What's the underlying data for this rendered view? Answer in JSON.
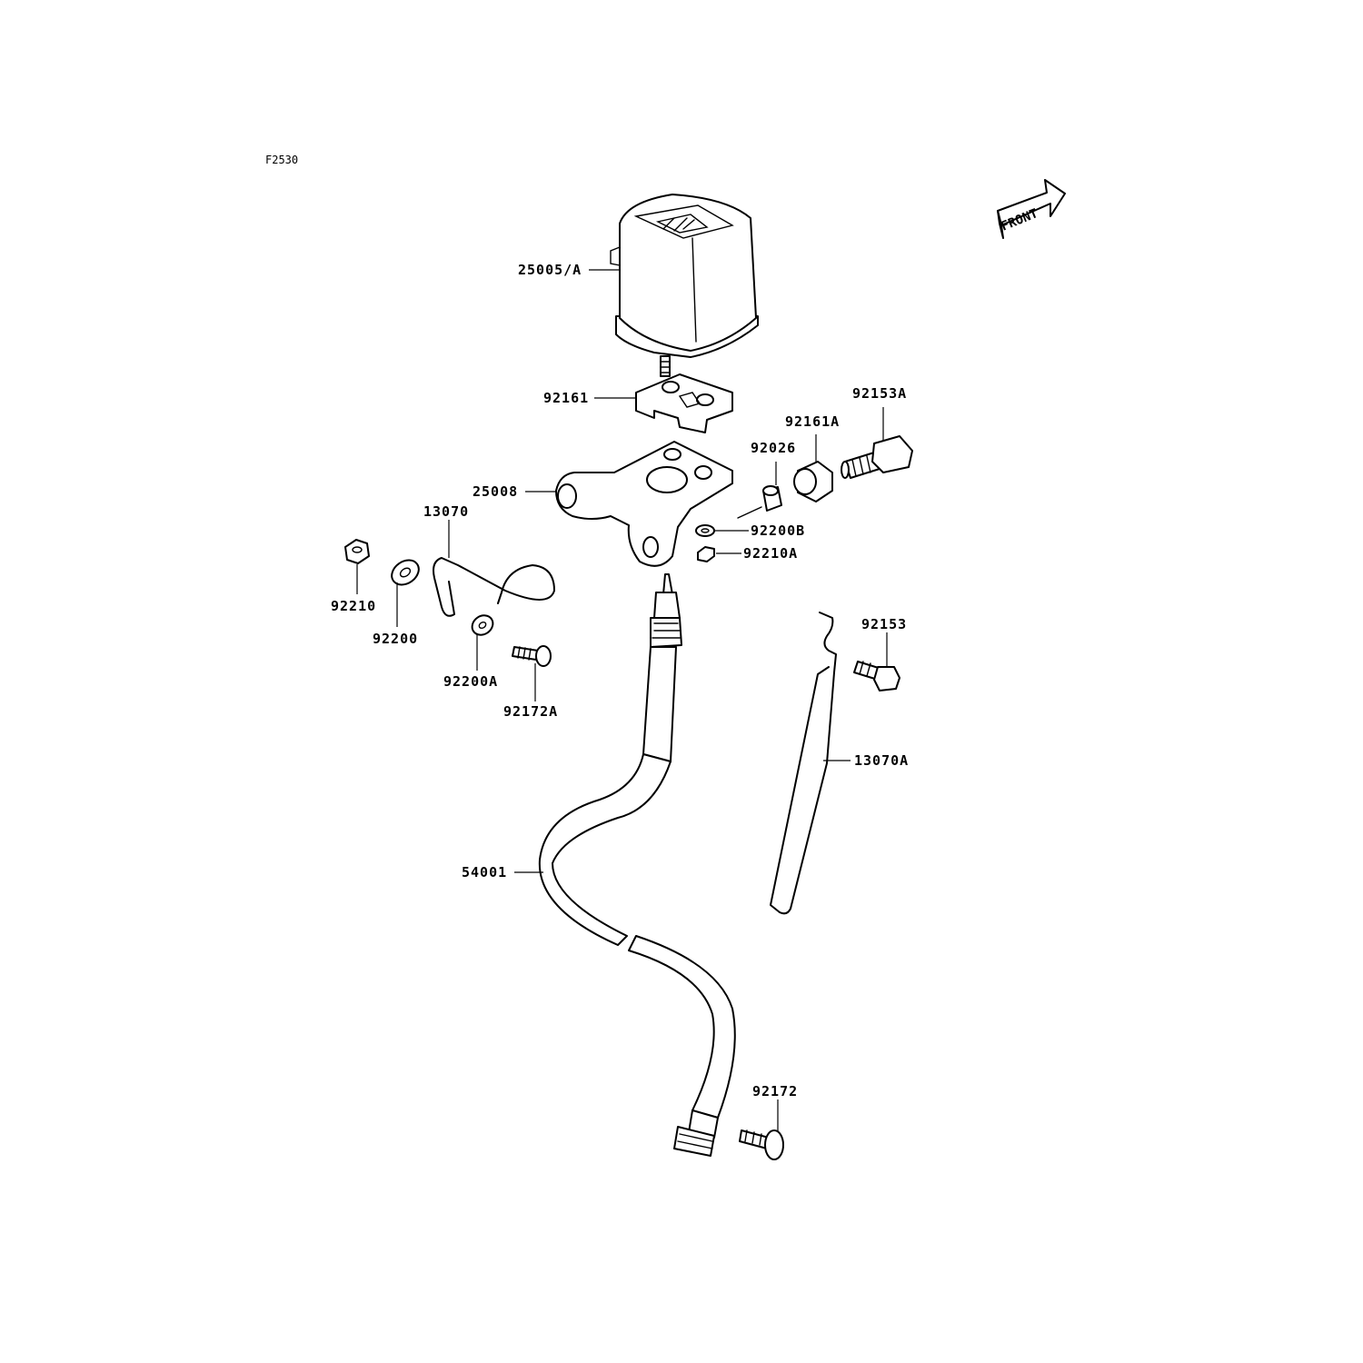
{
  "figure_id": "F2530",
  "front_label": "FRONT",
  "parts": [
    {
      "key": "p25005A",
      "label": "25005/A"
    },
    {
      "key": "p92161",
      "label": "92161"
    },
    {
      "key": "p92153A",
      "label": "92153A"
    },
    {
      "key": "p92161A",
      "label": "92161A"
    },
    {
      "key": "p92026",
      "label": "92026"
    },
    {
      "key": "p25008",
      "label": "25008"
    },
    {
      "key": "p13070",
      "label": "13070"
    },
    {
      "key": "p92200B",
      "label": "92200B"
    },
    {
      "key": "p92210A",
      "label": "92210A"
    },
    {
      "key": "p92210",
      "label": "92210"
    },
    {
      "key": "p92200",
      "label": "92200"
    },
    {
      "key": "p92200A",
      "label": "92200A"
    },
    {
      "key": "p92172A",
      "label": "92172A"
    },
    {
      "key": "p92153",
      "label": "92153"
    },
    {
      "key": "p13070A",
      "label": "13070A"
    },
    {
      "key": "p54001",
      "label": "54001"
    },
    {
      "key": "p92172",
      "label": "92172"
    }
  ]
}
